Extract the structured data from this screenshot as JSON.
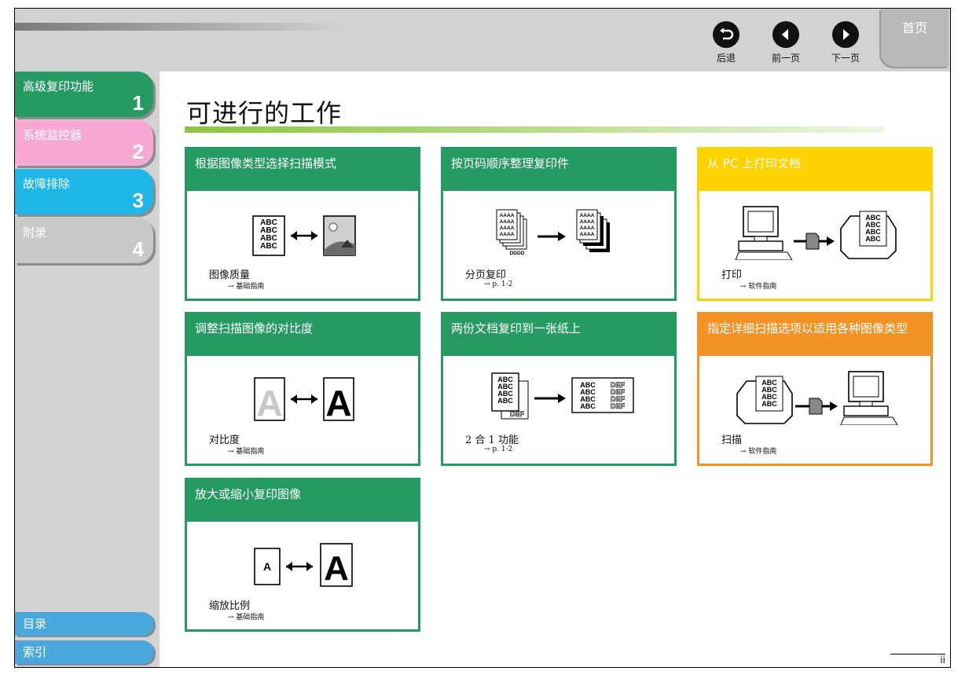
{
  "nav": {
    "back_label": "后退",
    "prev_label": "前一页",
    "next_label": "下一页",
    "home_label": "首页"
  },
  "sidebar": {
    "items": [
      {
        "label": "高级复印功能",
        "number": "1",
        "color": "#259a63"
      },
      {
        "label": "系统监控器",
        "number": "2",
        "color": "#f7a9d4"
      },
      {
        "label": "故障排除",
        "number": "3",
        "color": "#1fb6e8"
      },
      {
        "label": "附录",
        "number": "4",
        "color": "#c9c9c9"
      }
    ],
    "toc_label": "目录",
    "index_label": "索引"
  },
  "main": {
    "title": "可进行的工作",
    "cards": [
      {
        "title": "根据图像类型选择扫描模式",
        "feature": "图像质量",
        "ref": "→ 基础指南"
      },
      {
        "title": "按页码顺序整理复印件",
        "feature": "分页复印",
        "ref": "→ p. 1-2"
      },
      {
        "title": "从 PC 上打印文档",
        "feature": "打印",
        "ref": "→ 软件指南"
      },
      {
        "title": "调整扫描图像的对比度",
        "feature": "对比度",
        "ref": "→ 基础指南"
      },
      {
        "title": "两份文档复印到一张纸上",
        "feature": "2 合 1 功能",
        "ref": "→ p. 1-2"
      },
      {
        "title": "指定详细扫描选项以适用各种图像类型",
        "feature": "扫描",
        "ref": "→ 软件指南"
      },
      {
        "title": "放大或缩小复印图像",
        "feature": "缩放比例",
        "ref": "→ 基础指南"
      }
    ]
  },
  "illus": {
    "abc": "ABC",
    "def": "DEF",
    "aaaa": "AAAA",
    "dddd": "DDDD",
    "letter_a": "A"
  },
  "colors": {
    "green": "#259a63",
    "yellow": "#ffd200",
    "orange": "#f39325",
    "pink": "#f7a9d4",
    "cyan": "#1fb6e8",
    "blue": "#4aa8dc"
  },
  "footer": {
    "page_number": "ii"
  }
}
